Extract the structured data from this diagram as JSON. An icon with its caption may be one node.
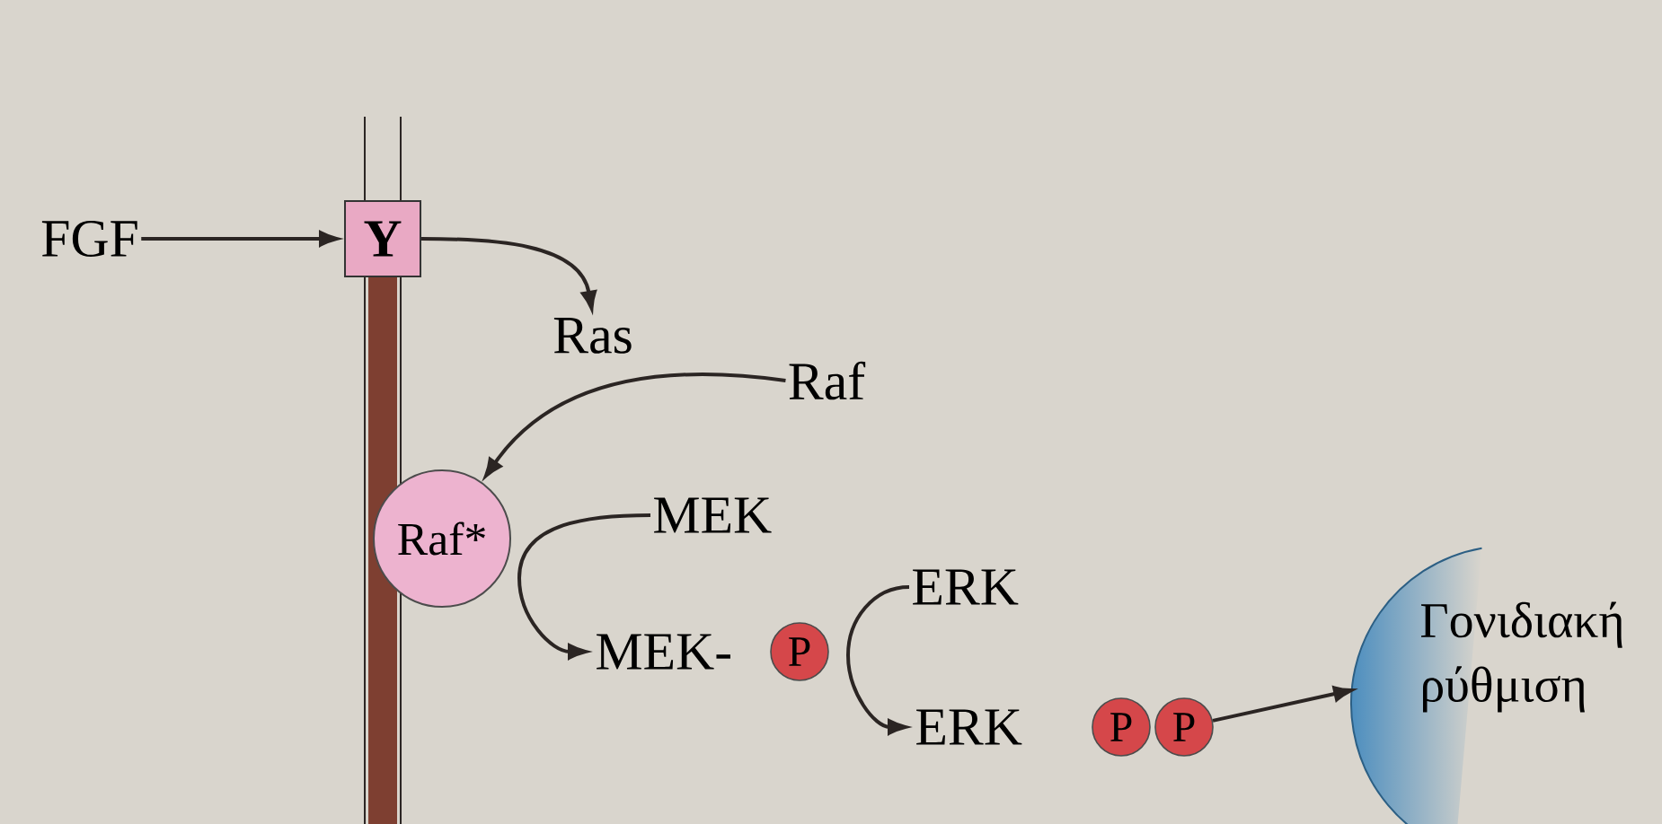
{
  "diagram": {
    "nodes": [
      {
        "text": [
          "FGF"
        ]
      },
      {
        "text": [
          "Y"
        ]
      },
      {
        "text": [
          "Ras"
        ]
      },
      {
        "text": [
          "Raf"
        ]
      },
      {
        "text": [
          "Raf*"
        ]
      },
      {
        "text": [
          "MEK"
        ]
      },
      {
        "text": [
          "MEK-"
        ]
      },
      {
        "text": [
          "P"
        ]
      },
      {
        "text": [
          "ERK"
        ]
      },
      {
        "text": [
          "ERK"
        ]
      },
      {
        "text": [
          "P"
        ]
      },
      {
        "text": [
          "P"
        ]
      },
      {
        "text": [
          "Γονιδιακή ρύθμιση"
        ]
      }
    ],
    "edges": [
      {
        "from": 0,
        "to": 1,
        "arrow": "to"
      },
      {
        "from": 1,
        "to": 2,
        "arrow": "to"
      },
      {
        "from": 3,
        "to": 4,
        "arrow": "to"
      },
      {
        "from": 5,
        "to": 6,
        "arrow": "to"
      },
      {
        "from": 8,
        "to": 9,
        "arrow": "to"
      },
      {
        "from": 11,
        "to": 12,
        "arrow": "to"
      }
    ]
  }
}
